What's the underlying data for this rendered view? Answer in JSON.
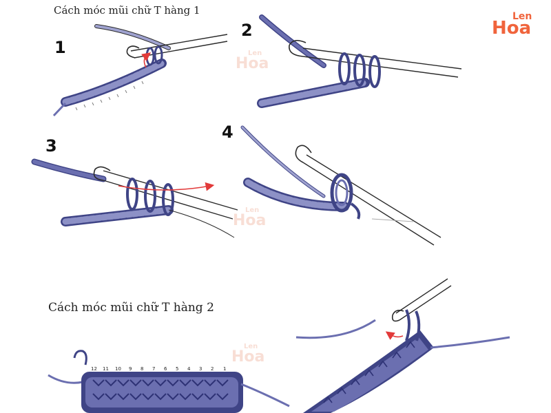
{
  "captions": {
    "row1": "Cách móc mũi chữ T hàng  1",
    "row2": "Cách móc mũi chữ  T hàng 2"
  },
  "steps": [
    "1",
    "2",
    "3",
    "4"
  ],
  "logo": {
    "text_top": "Len",
    "text_bottom": "Hoa",
    "color": "#f0643c"
  },
  "watermark": {
    "text_top": "Len",
    "text_bottom": "Hoa"
  },
  "colors": {
    "yarn": "#6b6fb0",
    "yarn_dark": "#3f4486",
    "hook_outline": "#2a2a2a",
    "arrow": "#e23a3a"
  },
  "stitch_numbers": [
    "12",
    "11",
    "10",
    "9",
    "8",
    "7",
    "6",
    "5",
    "4",
    "3",
    "2",
    "1"
  ]
}
